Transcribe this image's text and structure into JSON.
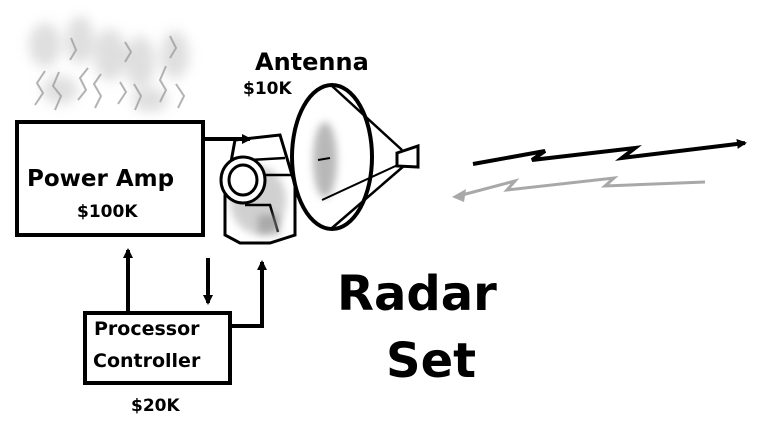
{
  "labels": {
    "antenna": "Antenna",
    "antenna_cost": "$10K",
    "power_amp": "Power Amp",
    "power_amp_cost": "$100K",
    "processor_line1": "Processor",
    "processor_line2": "Controller",
    "processor_cost": "$20K",
    "title_line1": "Radar",
    "title_line2": "Set"
  },
  "colors": {
    "ink": "#000000",
    "smoke": "#b8b8b8",
    "return_signal": "#a8a8a8"
  }
}
